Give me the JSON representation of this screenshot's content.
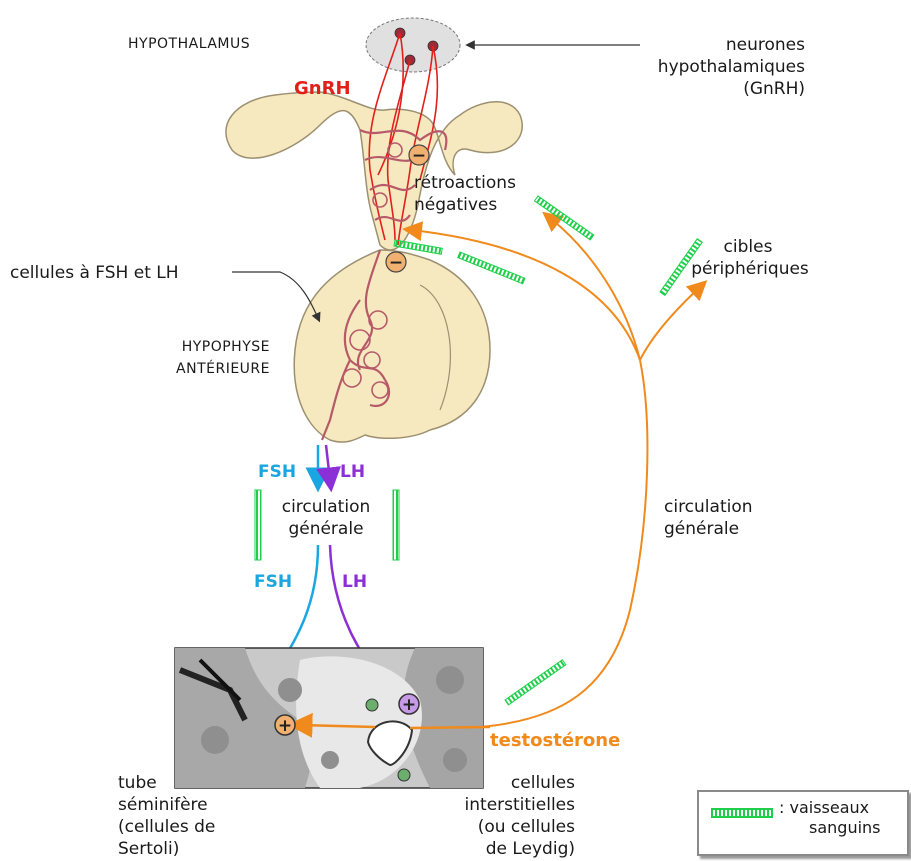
{
  "labels": {
    "hypothalamus": "HYPOTHALAMUS",
    "gnrh": "GnRH",
    "neurones_line1": "neurones",
    "neurones_line2": "hypothalamiques",
    "neurones_line3": "(GnRH)",
    "retro_line1": "rétroactions",
    "retro_line2": "négatives",
    "cibles_line1": "cibles",
    "cibles_line2": "périphériques",
    "cellules_fsh_lh": "cellules à FSH et LH",
    "hypophyse_line1": "HYPOPHYSE",
    "hypophyse_line2": "ANTÉRIEURE",
    "fsh_top": "FSH",
    "lh_top": "LH",
    "circ_left_line1": "circulation",
    "circ_left_line2": "générale",
    "fsh_bottom": "FSH",
    "lh_bottom": "LH",
    "circ_right_line1": "circulation",
    "circ_right_line2": "générale",
    "testosterone": "testostérone",
    "tube_line1": "tube",
    "tube_line2": "séminifère",
    "tube_line3": "(cellules de",
    "tube_line4": "Sertoli)",
    "interst_line1": "cellules",
    "interst_line2": "interstitielles",
    "interst_line3": "(ou cellules",
    "interst_line4": "de Leydig)"
  },
  "legend": {
    "text_line1": ": vaisseaux",
    "text_line2": "sanguins"
  },
  "signs": {
    "minus_top": "−",
    "minus_bottom": "−",
    "plus_sertoli": "+",
    "plus_leydig": "+"
  },
  "colors": {
    "gland": "#f7e9bf",
    "gnrh": "#e0201b",
    "fsh": "#1aa6e0",
    "lh": "#8b2fd6",
    "testosterone": "#f08a1c",
    "vessels": "#1fcf4a"
  }
}
